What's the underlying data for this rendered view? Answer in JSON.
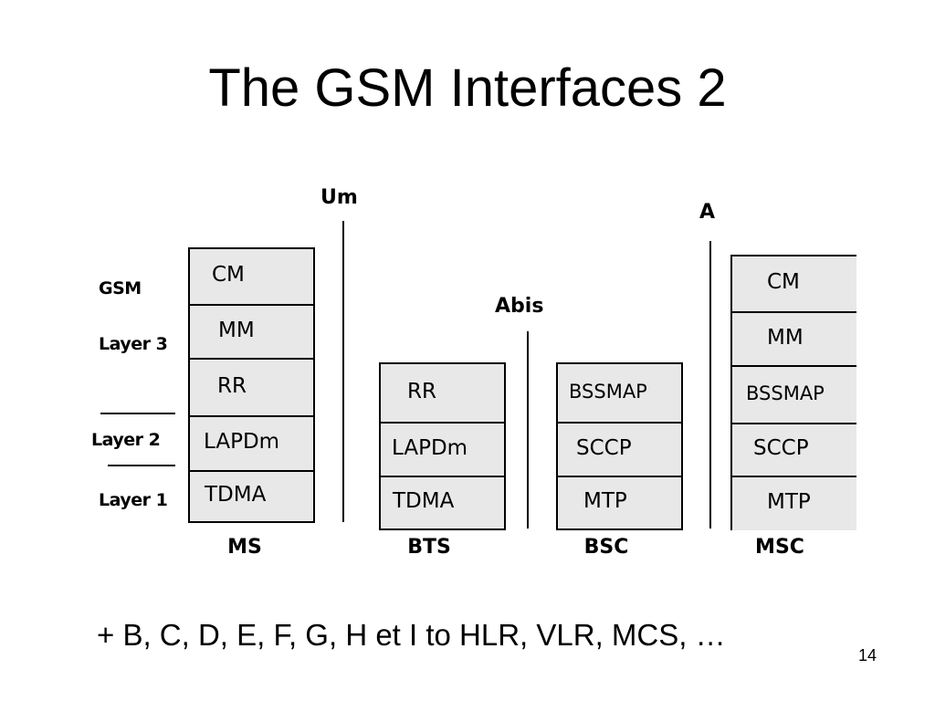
{
  "title": "The GSM Interfaces 2",
  "side_labels": {
    "gsm": "GSM",
    "layer3": "Layer 3",
    "layer2": "Layer 2",
    "layer1": "Layer 1"
  },
  "interfaces": {
    "um": "Um",
    "abis": "Abis",
    "a": "A"
  },
  "nodes": {
    "ms": {
      "label": "MS",
      "layers": [
        "CM",
        "MM",
        "RR",
        "LAPDm",
        "TDMA"
      ]
    },
    "bts": {
      "label": "BTS",
      "layers": [
        "RR",
        "LAPDm",
        "TDMA"
      ]
    },
    "bsc": {
      "label": "BSC",
      "layers": [
        "BSSMAP",
        "SCCP",
        "MTP"
      ]
    },
    "msc": {
      "label": "MSC",
      "layers": [
        "CM",
        "MM",
        "BSSMAP",
        "SCCP",
        "MTP"
      ]
    }
  },
  "footer": "+ B, C, D, E, F, G, H et I to HLR, VLR, MCS, …",
  "page_number": "14"
}
